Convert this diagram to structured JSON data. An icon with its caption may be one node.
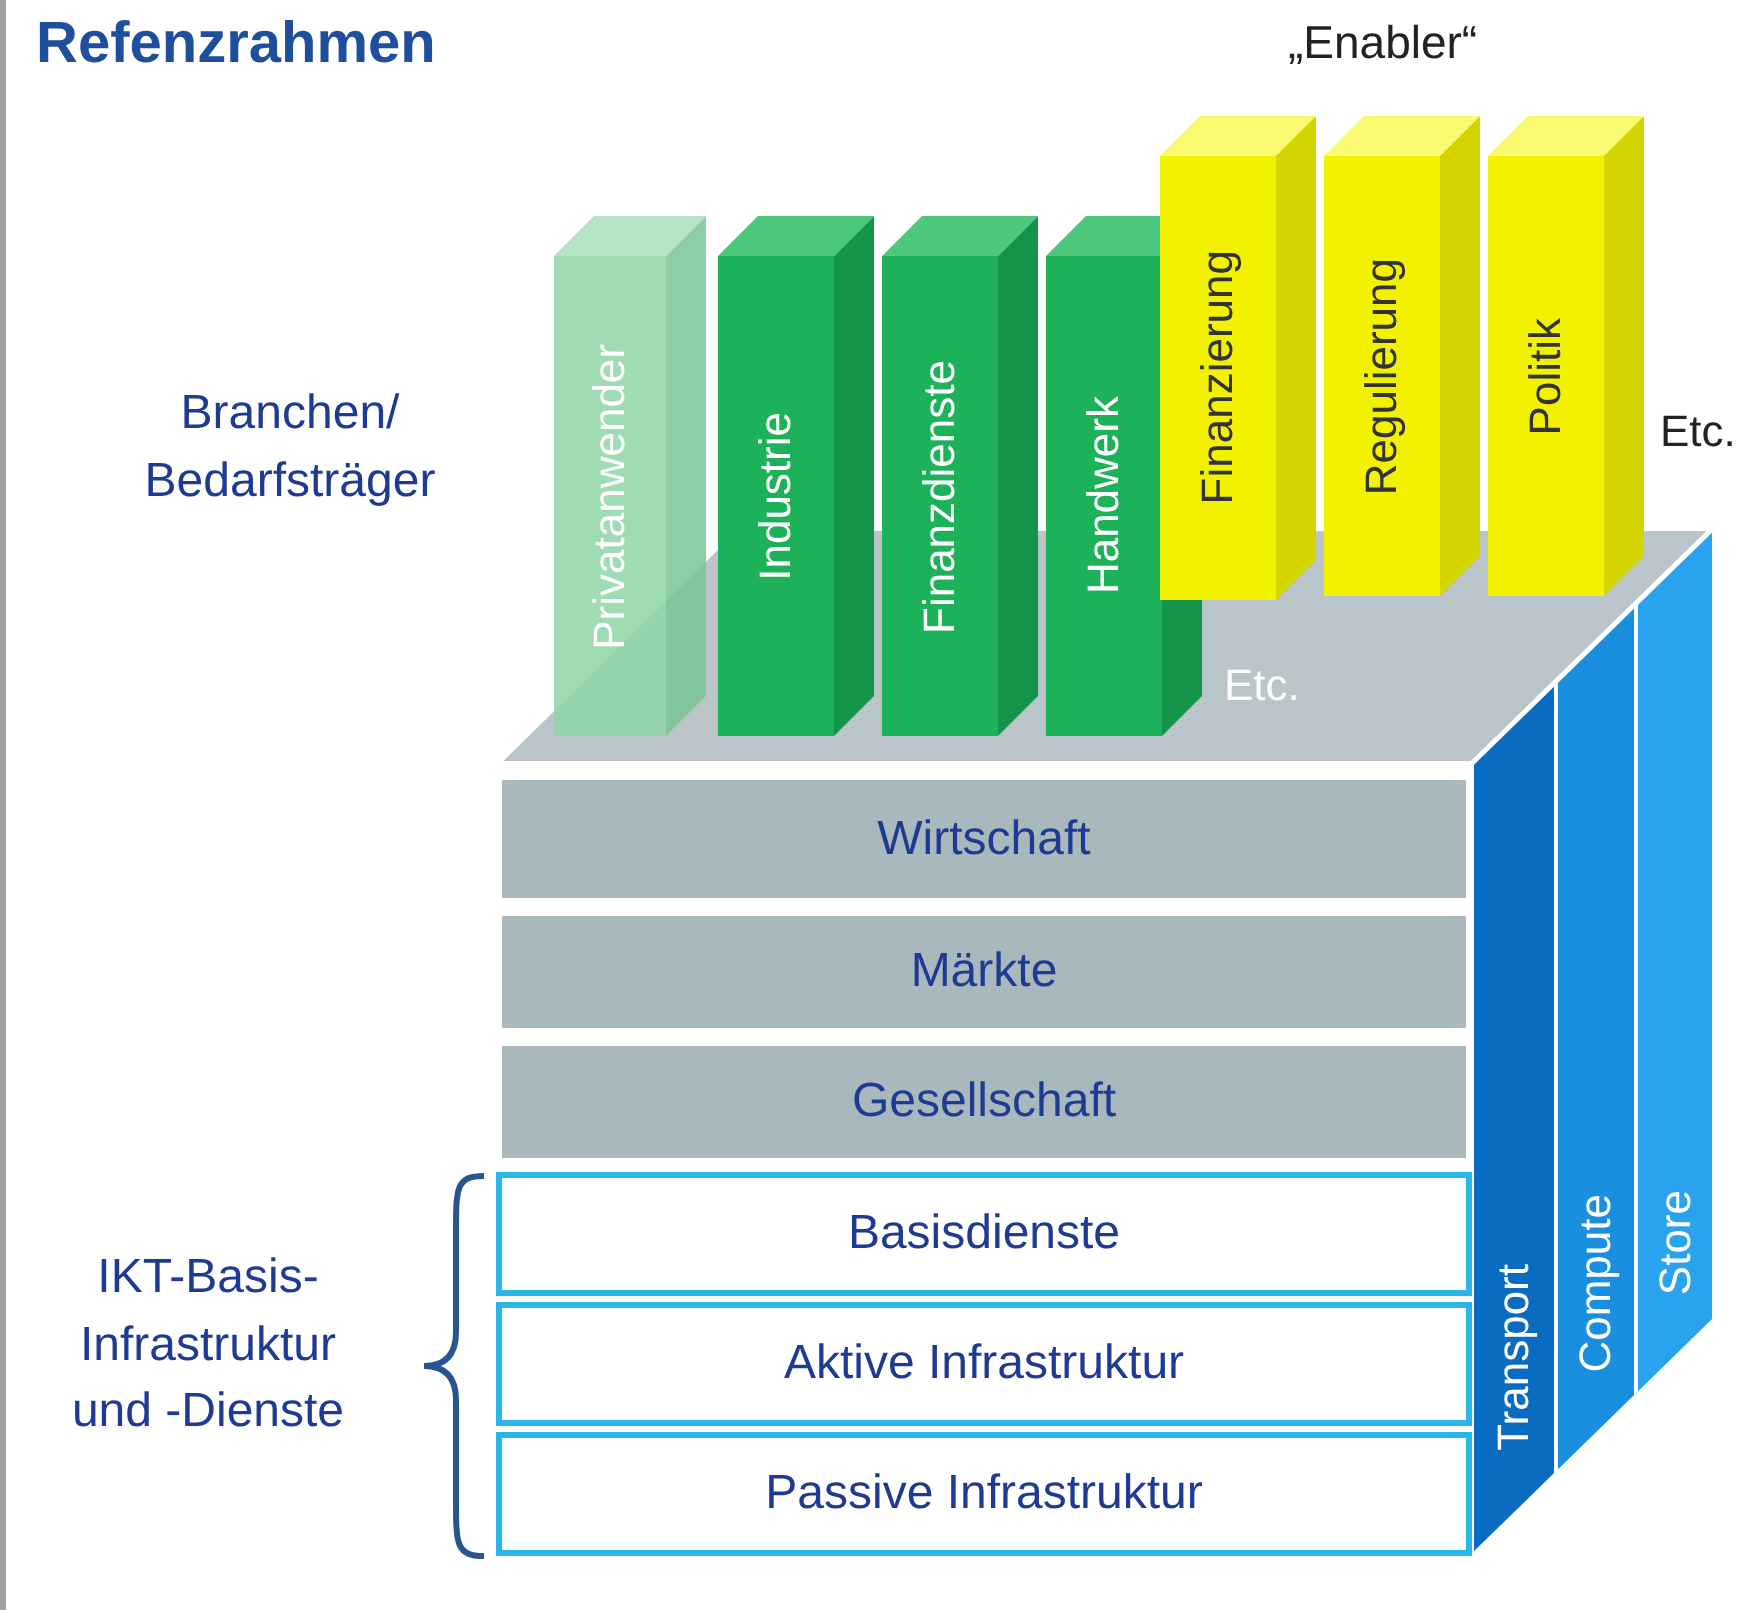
{
  "diagram": {
    "title": "Refenzrahmen",
    "nodes": [
      {
        "text": [
          "Privatanwender"
        ]
      },
      {
        "text": [
          "Industrie"
        ]
      },
      {
        "text": [
          "Finanzdienste"
        ]
      },
      {
        "text": [
          "Handwerk"
        ]
      },
      {
        "text": [
          "Finanzierung"
        ]
      },
      {
        "text": [
          "Regulierung"
        ]
      },
      {
        "text": [
          "Politik"
        ]
      },
      {
        "text": [
          "Wirtschaft"
        ]
      },
      {
        "text": [
          "Märkte"
        ]
      },
      {
        "text": [
          "Gesellschaft"
        ]
      },
      {
        "text": [
          "Basisdienste"
        ]
      },
      {
        "text": [
          "Aktive Infrastruktur"
        ]
      },
      {
        "text": [
          "Passive Infrastruktur"
        ]
      },
      {
        "text": [
          "Transport"
        ]
      },
      {
        "text": [
          "Compute"
        ]
      },
      {
        "text": [
          "Store"
        ]
      }
    ],
    "labels": [
      "„Enabler“",
      "Branchen/ Bedarfsträger",
      "Etc.",
      "Etc.",
      "IKT-Basis- Infrastruktur und -Dienste"
    ]
  }
}
